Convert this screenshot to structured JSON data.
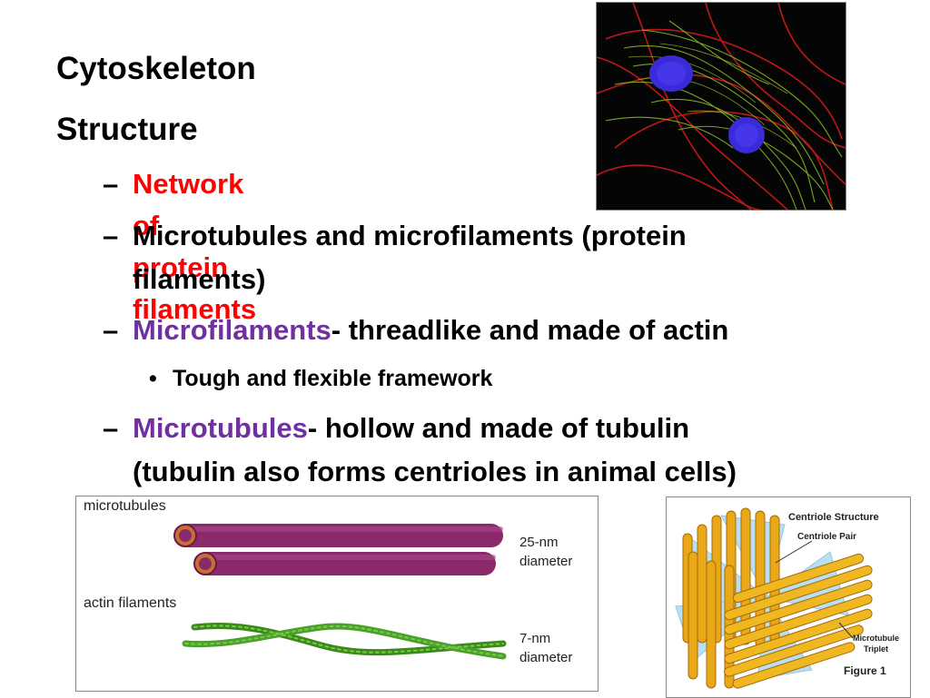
{
  "slide": {
    "title": "Cytoskeleton",
    "subtitle": "Structure",
    "items": [
      {
        "dash": "–",
        "text": "Network of protein filaments"
      },
      {
        "dash": "–",
        "text_line1": "Microtubules and microfilaments (protein",
        "text_line2": "filaments)"
      },
      {
        "dash": "–",
        "term": "Microfilaments",
        "rest": "- threadlike and made of actin"
      },
      {
        "dash": "–",
        "term": "Microtubules",
        "rest_line1": "- hollow and made of tubulin",
        "text_line2": "(tubulin also forms centrioles in animal cells)"
      }
    ],
    "sub_bullet": {
      "dot": "•",
      "text": "Tough and flexible framework"
    }
  },
  "figure_filaments": {
    "microtubules_label": "microtubules",
    "microtubules_size": "25-nm",
    "microtubules_size2": "diameter",
    "actin_label": "actin filaments",
    "actin_size": "7-nm",
    "actin_size2": "diameter"
  },
  "figure_centriole": {
    "title": "Centriole Structure",
    "pair_label": "Centriole Pair",
    "triplet_label1": "Microtubule",
    "triplet_label2": "Triplet",
    "caption": "Figure 1"
  },
  "colors": {
    "highlight_red": "#ff0000",
    "term_purple": "#7030a0",
    "microtubule": "#8b2a6a",
    "actin": "#3a8a1a",
    "centriole_gold": "#e8a818",
    "centriole_blue": "#7ec8e8"
  }
}
